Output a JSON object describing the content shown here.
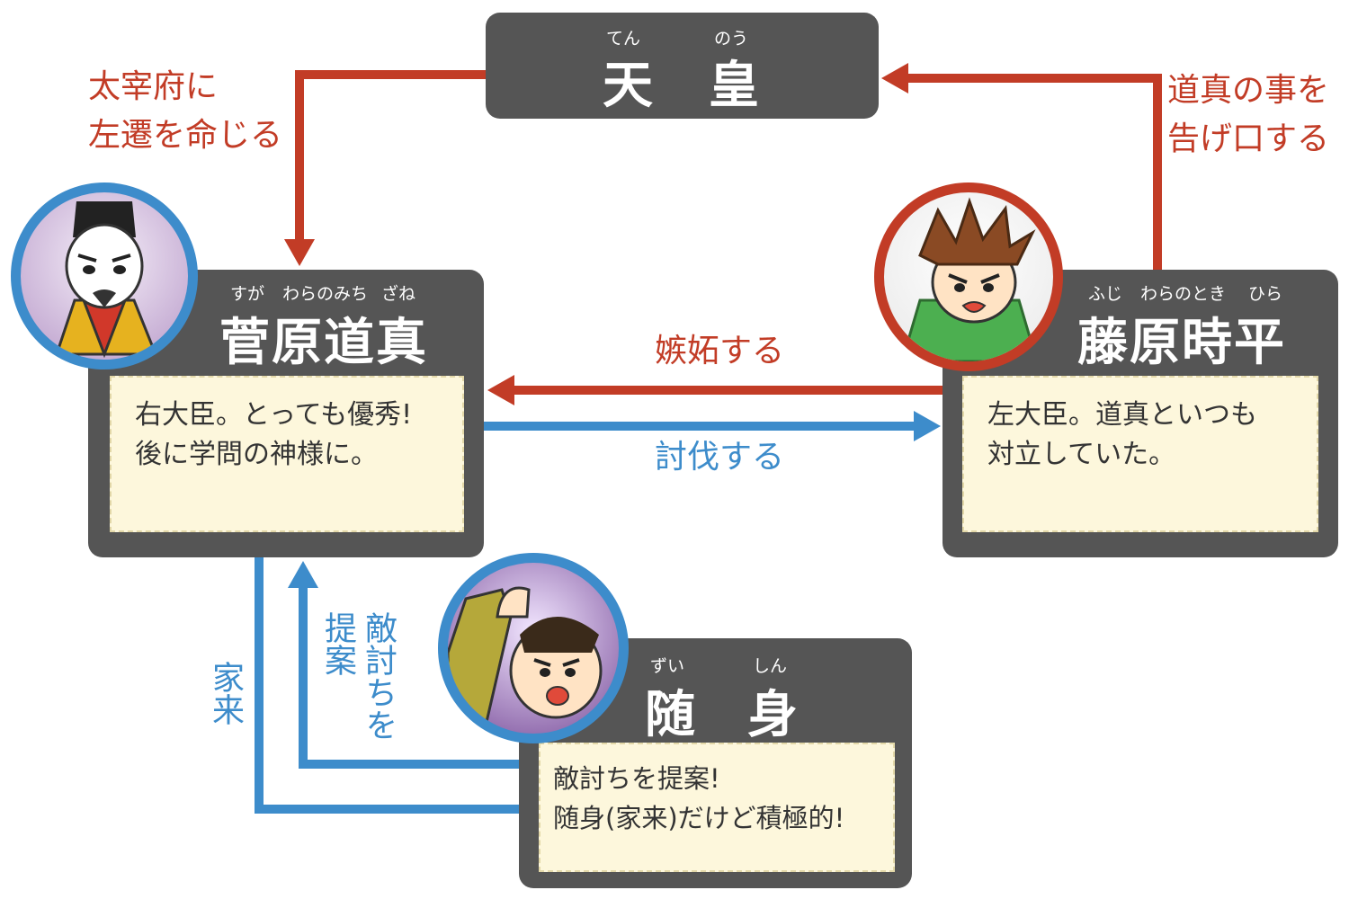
{
  "colors": {
    "red": "#c23c26",
    "blue": "#3d8ccb",
    "box": "#555555",
    "note": "#fdf7dc"
  },
  "emperor": {
    "ruby_left": "てん",
    "ruby_right": "のう",
    "name_left": "天",
    "name_right": "皇"
  },
  "michizane": {
    "ruby_left": "すが",
    "ruby_mid": "わらのみち",
    "ruby_right": "ざね",
    "name": "菅原道真",
    "desc_lines": [
      "右大臣。とっても優秀!",
      "後に学問の神様に。"
    ],
    "portrait": "michizane-portrait"
  },
  "tokihira": {
    "ruby_left": "ふじ",
    "ruby_mid": "わらのとき",
    "ruby_right": "ひら",
    "name": "藤原時平",
    "desc_lines": [
      "左大臣。道真といつも",
      "対立していた。"
    ],
    "portrait": "tokihira-portrait"
  },
  "zuishin": {
    "ruby_left": "ずい",
    "ruby_right": "しん",
    "name_left": "随",
    "name_right": "身",
    "desc_lines": [
      "敵討ちを提案!",
      "随身(家来)だけど積極的!"
    ],
    "portrait": "zuishin-portrait"
  },
  "relations": {
    "exile": [
      "太宰府に",
      "左遷を命じる"
    ],
    "report": [
      "道真の事を",
      "告げ口する"
    ],
    "jealous": "嫉妬する",
    "subjugate": "討伐する",
    "retainer": "家来",
    "propose_a": "敵討ちを",
    "propose_b": "提案"
  }
}
